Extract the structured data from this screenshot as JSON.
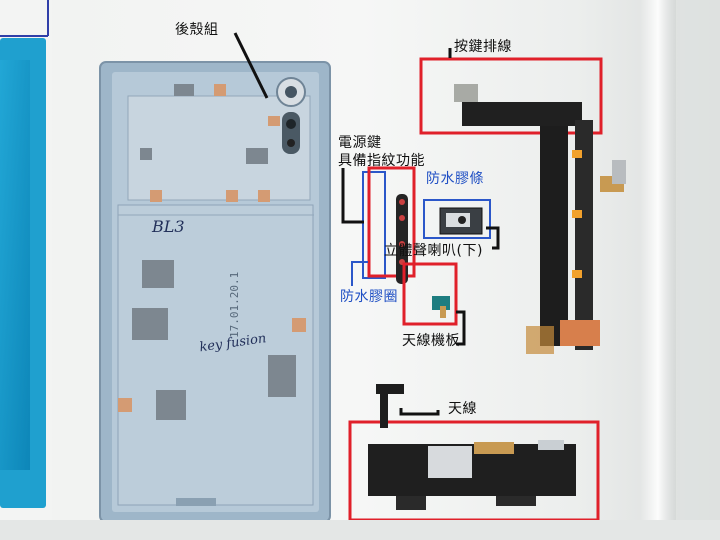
{
  "labels": {
    "back_shell": "後殼組",
    "button_flex": "按鍵排線",
    "power_key_line1": "電源鍵",
    "power_key_line2": "具備指紋功能",
    "waterproof_strip": "防水膠條",
    "speaker": "立體聲喇叭(下)",
    "waterproof_ring": "防水膠圈",
    "antenna_board": "天線機板",
    "antenna": "天線"
  },
  "handwriting": {
    "code": "BL3",
    "scribble": "key fusion",
    "date_print": "17.01.20.1"
  },
  "colors": {
    "highlight_red": "#e0202a",
    "highlight_blue": "#2b57c9",
    "shell_blue": "#a9c0d3",
    "flex_black": "#1d1d1d"
  }
}
